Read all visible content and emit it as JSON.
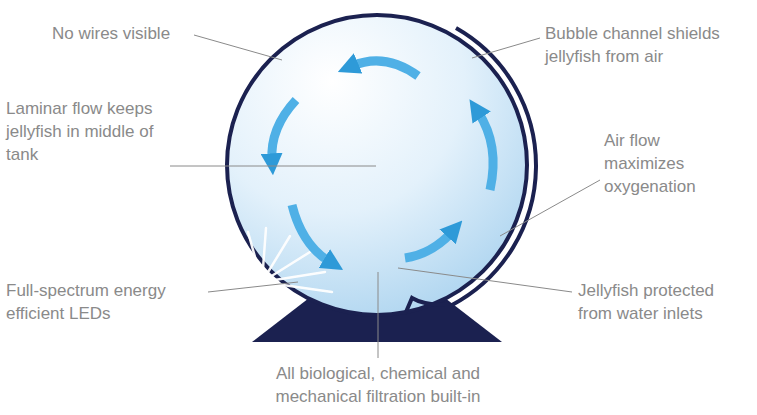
{
  "diagram": {
    "labels": [
      "No wires visible",
      "Laminar flow keeps jellyfish in middle of tank",
      "Full-spectrum energy efficient LEDs",
      "All biological, chemical and mechanical filtration built-in",
      "Jellyfish protected from water inlets",
      "Air flow maximizes oxygenation",
      "Bubble channel shields jellyfish from air"
    ]
  }
}
